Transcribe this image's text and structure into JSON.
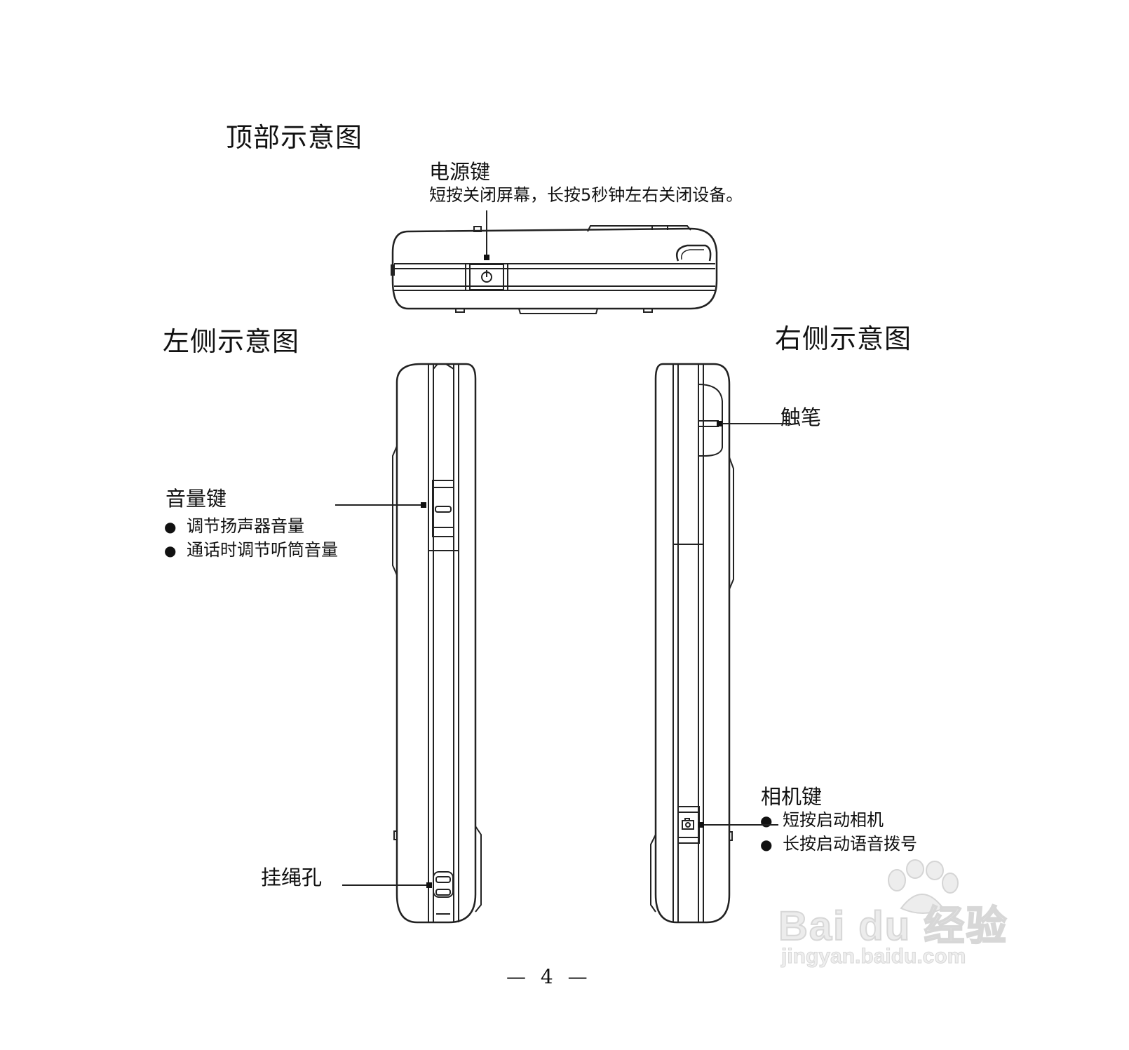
{
  "top_view": {
    "title": "顶部示意图",
    "power_key": {
      "label": "电源键",
      "desc": "短按关闭屏幕，长按5秒钟左右关闭设备。"
    }
  },
  "left_view": {
    "title": "左侧示意图",
    "volume_key": {
      "label": "音量键",
      "bullets": [
        "调节扬声器音量",
        "通话时调节听筒音量"
      ]
    },
    "strap_hole": {
      "label": "挂绳孔"
    }
  },
  "right_view": {
    "title": "右侧示意图",
    "stylus": {
      "label": "触笔"
    },
    "camera_key": {
      "label": "相机键",
      "bullets": [
        "短按启动相机",
        "长按启动语音拨号"
      ]
    }
  },
  "page_number": "— 4 —",
  "watermark": {
    "brand": "Bai du 经验",
    "url": "jingyan.baidu.com"
  },
  "icons": {
    "power": "power-icon",
    "camera": "camera-icon"
  }
}
